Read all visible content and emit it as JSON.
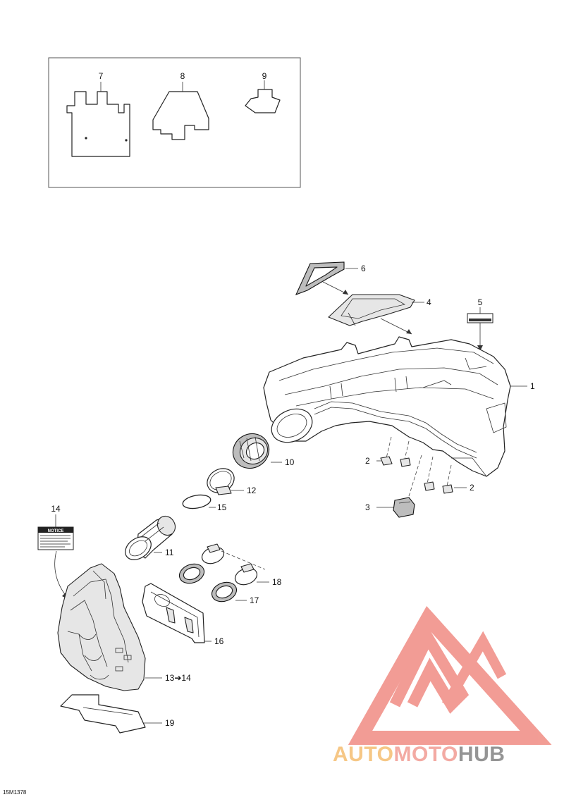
{
  "figure": {
    "reference_code": "15M1378",
    "inset_callouts": [
      "7",
      "8",
      "9"
    ],
    "callouts": {
      "c1": "1",
      "c2a": "2",
      "c2b": "2",
      "c3": "3",
      "c4": "4",
      "c5": "5",
      "c6": "6",
      "c10": "10",
      "c11": "11",
      "c12": "12",
      "c13": "13",
      "c13arrow": "➔",
      "c13to": "14",
      "c14": "14",
      "c15": "15",
      "c16": "16",
      "c17": "17",
      "c18": "18",
      "c19": "19"
    },
    "notice_label": {
      "heading": "NOTICE"
    }
  },
  "watermark": {
    "part1": "AUTO",
    "part2": "MOTO",
    "part3": "HUB",
    "colors": {
      "auto": "#f6c27a",
      "moto": "#f2a19a",
      "hub": "#8a8a8a",
      "triangle": "#f1928a"
    }
  }
}
